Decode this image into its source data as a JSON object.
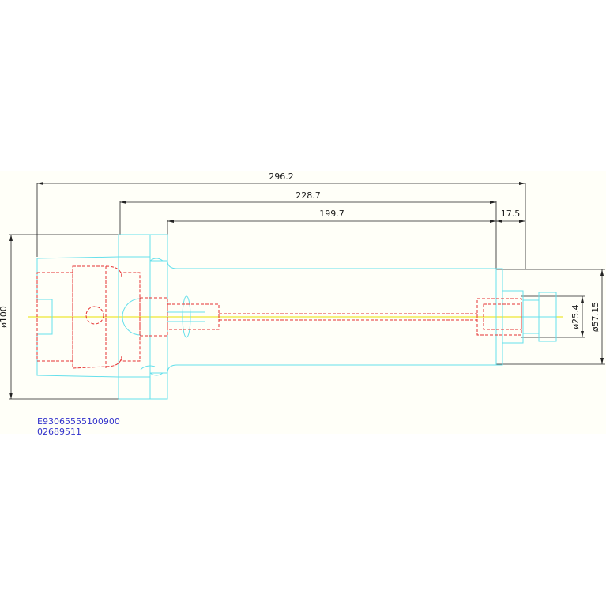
{
  "drawing": {
    "dimensions": {
      "overall_length": "296.2",
      "shank_length": "228.7",
      "bar_length": "199.7",
      "tip_length": "17.5",
      "flange_diameter": "ø100",
      "pilot_diameter": "ø25.4",
      "bar_diameter": "ø57.15"
    },
    "part_number": "E93065555100900",
    "serial_number": "02689511",
    "colors": {
      "outline": "#66e0ec",
      "hidden": "#e63232",
      "centerline": "#e8e000",
      "dimension": "#222222",
      "text_blue": "#3333cc"
    }
  }
}
